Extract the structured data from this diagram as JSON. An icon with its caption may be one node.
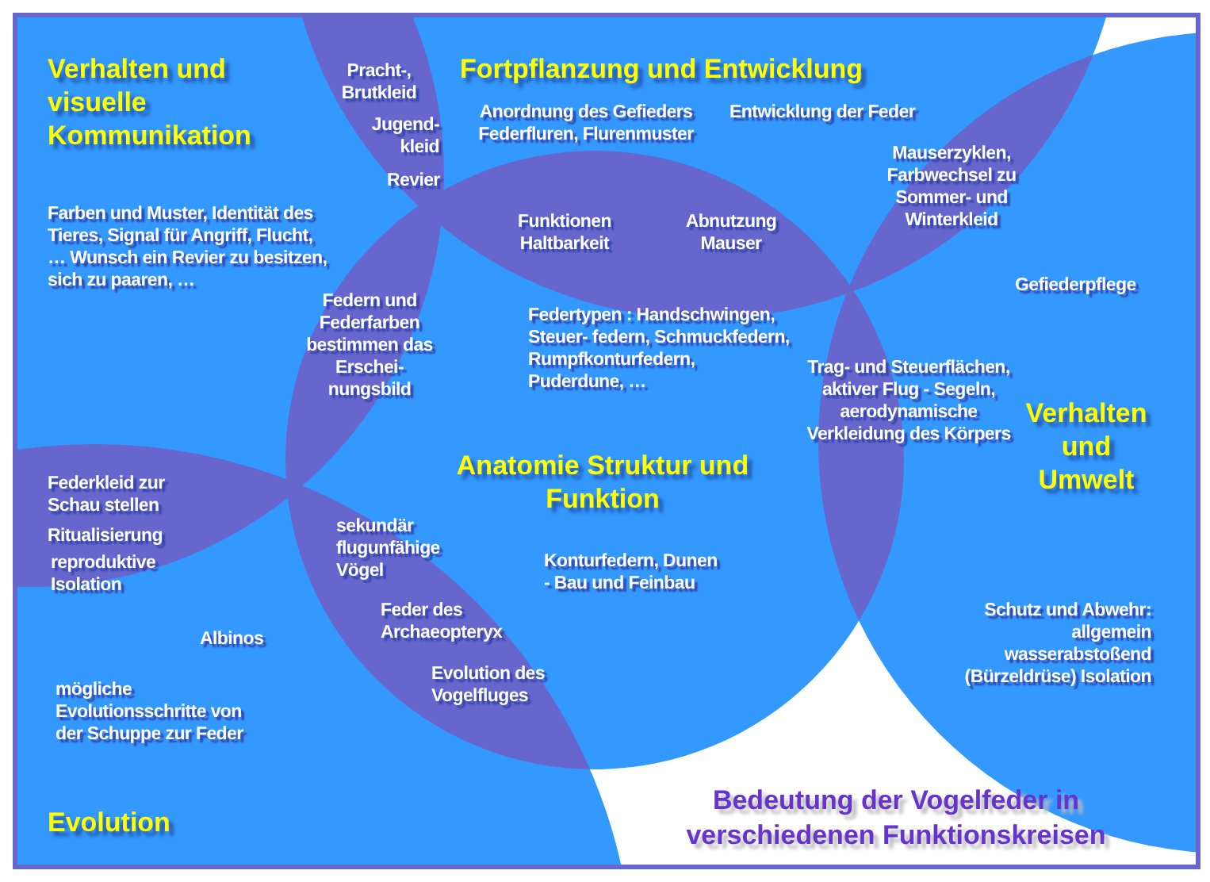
{
  "diagram": {
    "title": "Bedeutung der Vogelfeder in verschiedenen Funktionskreisen",
    "nodes": [
      {
        "text": [
          "Verhalten und visuelle Kommunikation",
          "Farben und Muster, Identität des Tieres, Signal für Angriff, Flucht, … Wunsch ein Revier zu besitzen, sich zu paaren, …"
        ]
      },
      {
        "text": [
          "Fortpflanzung und Entwicklung",
          "Anordnung des Gefieders Federfluren, Flurenmuster",
          "Entwicklung der Feder",
          "Mauserzyklen, Farbwechsel zu Sommer- und Winterkleid"
        ]
      },
      {
        "text": [
          "Gefiederpflege",
          "Verhalten und Umwelt",
          "Schutz und Abwehr: allgemein wasserabstoßend (Bürzeldrüse) Isolation"
        ]
      },
      {
        "text": [
          "Federtypen : Handschwingen, Steuer- federn, Schmuckfedern, Rumpfkonturfedern, Puderdune, …",
          "Anatomie Struktur und Funktion",
          "Konturfedern, Dunen - Bau und Feinbau"
        ]
      },
      {
        "text": [
          "Albinos",
          "mögliche Evolutionsschritte von der Schuppe zur Feder",
          "Evolution"
        ]
      }
    ],
    "edges": [],
    "labels": [
      "Pracht-, Brutkleid",
      "Jugend- kleid",
      "Revier",
      "Funktionen Haltbarkeit",
      "Abnutzung Mauser",
      "Federn und Federfarben bestimmen das Erschei- nungsbild",
      "Trag- und Steuerflächen, aktiver Flug - Segeln, aerodynamische Verkleidung des Körpers",
      "Federkleid zur Schau stellen",
      "Ritualisierung",
      "reproduktive Isolation",
      "sekundär flugunfähige Vögel",
      "Feder des Archaeopteryx",
      "Evolution des Vogelfluges"
    ]
  }
}
